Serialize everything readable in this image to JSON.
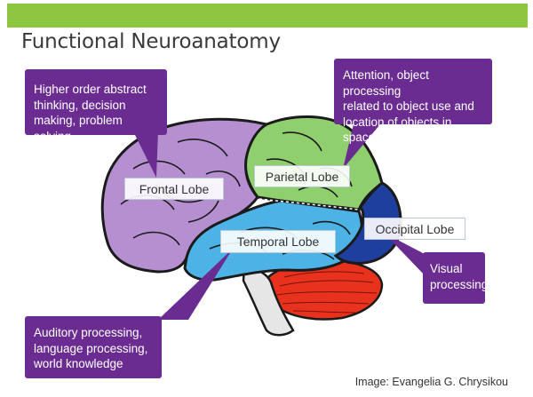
{
  "slide": {
    "title": "Functional Neuroanatomy",
    "credit": "Image: Evangelia G. Chrysikou"
  },
  "colors": {
    "accent_bar": "#8dc63f",
    "callout_bg": "#6b2c91",
    "frontal": "#b58fd0",
    "parietal": "#8fcf6e",
    "temporal": "#4db3e6",
    "occipital": "#1f3f9e",
    "cerebellum": "#e8321e"
  },
  "lobes": {
    "frontal": "Frontal Lobe",
    "parietal": "Parietal Lobe",
    "temporal": "Temporal Lobe",
    "occipital": "Occipital Lobe"
  },
  "callouts": {
    "frontal": "Higher order abstract\nthinking, decision\nmaking, problem solving",
    "parietal": "Attention, object processing\nrelated to object use and\nlocation of objects in space.",
    "temporal": "Auditory processing,\nlanguage processing,\nworld knowledge",
    "occipital": "Visual\nprocessing"
  }
}
